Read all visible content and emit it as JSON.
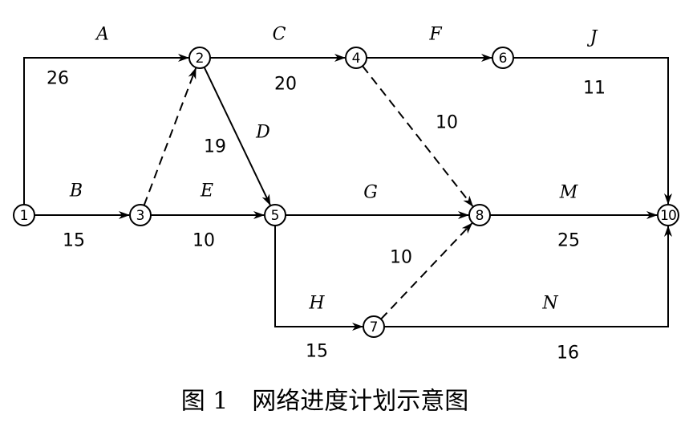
{
  "nodes": [
    {
      "id": "1",
      "label": "1"
    },
    {
      "id": "2",
      "label": "2"
    },
    {
      "id": "3",
      "label": "3"
    },
    {
      "id": "4",
      "label": "4"
    },
    {
      "id": "5",
      "label": "5"
    },
    {
      "id": "6",
      "label": "6"
    },
    {
      "id": "7",
      "label": "7"
    },
    {
      "id": "8",
      "label": "8"
    },
    {
      "id": "10",
      "label": "10"
    }
  ],
  "activities": [
    {
      "id": "A",
      "from": "1",
      "to": "2",
      "duration": "26",
      "style": "solid"
    },
    {
      "id": "B",
      "from": "1",
      "to": "3",
      "duration": "15",
      "style": "solid"
    },
    {
      "id": "C",
      "from": "2",
      "to": "4",
      "duration": "20",
      "style": "solid"
    },
    {
      "id": "D",
      "from": "2",
      "to": "5",
      "duration": "19",
      "style": "solid"
    },
    {
      "id": "E",
      "from": "3",
      "to": "5",
      "duration": "10",
      "style": "solid"
    },
    {
      "id": "F",
      "from": "4",
      "to": "6",
      "duration": "",
      "style": "solid"
    },
    {
      "id": "G",
      "from": "5",
      "to": "8",
      "duration": "",
      "style": "solid"
    },
    {
      "id": "H",
      "from": "5",
      "to": "7",
      "duration": "15",
      "style": "solid"
    },
    {
      "id": "J",
      "from": "6",
      "to": "10",
      "duration": "11",
      "style": "solid"
    },
    {
      "id": "M",
      "from": "8",
      "to": "10",
      "duration": "25",
      "style": "solid"
    },
    {
      "id": "N",
      "from": "7",
      "to": "10",
      "duration": "16",
      "style": "solid"
    }
  ],
  "dummies": [
    {
      "from": "3",
      "to": "2",
      "duration": ""
    },
    {
      "from": "4",
      "to": "8",
      "duration": "10"
    },
    {
      "from": "7",
      "to": "8",
      "duration": "10"
    }
  ],
  "caption": "图 1　网络进度计划示意图"
}
